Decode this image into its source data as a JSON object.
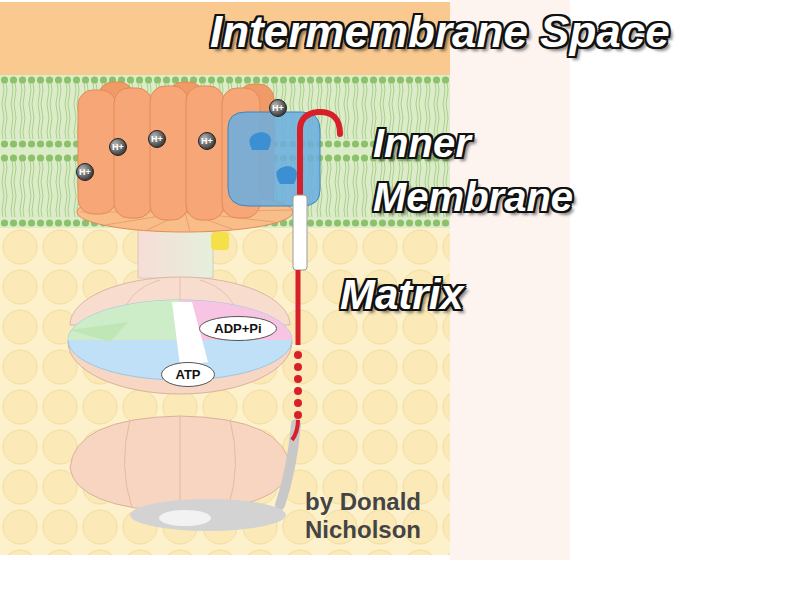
{
  "diagram": {
    "nodes": [
      {
        "text": [
          "H+"
        ]
      },
      {
        "text": [
          "H+"
        ]
      },
      {
        "text": [
          "H+"
        ]
      },
      {
        "text": [
          "H+"
        ]
      },
      {
        "text": [
          "H+"
        ]
      },
      {
        "text": [
          "ADP+Pi"
        ]
      },
      {
        "text": [
          "ATP"
        ]
      }
    ],
    "labels": [
      "Intermembrane Space",
      "Inner Membrane",
      "Matrix",
      "by Donald Nicholson"
    ]
  }
}
